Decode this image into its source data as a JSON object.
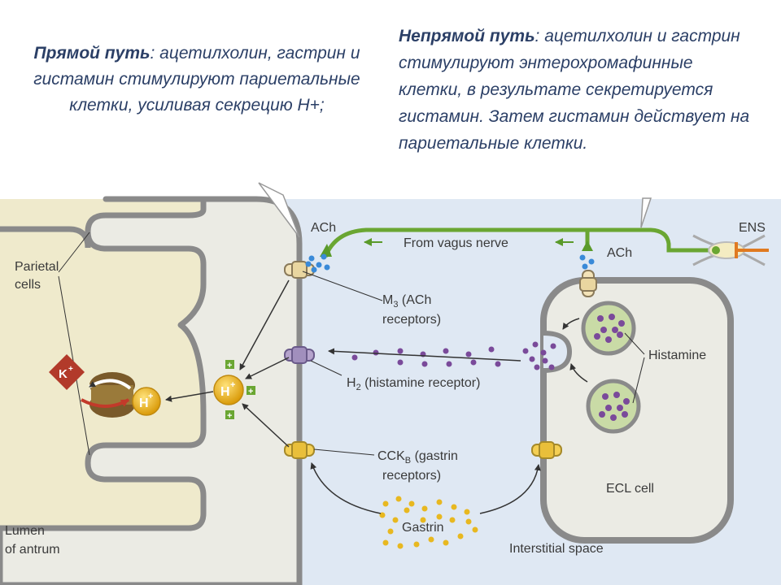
{
  "heading_direct": {
    "title": "Прямой путь",
    "body": ": ацетилхолин, гастрин и гистамин стимулируют париетальные клетки, усиливая секрецию Н+;"
  },
  "heading_indirect": {
    "title": "Непрямой путь",
    "body": ": ацетилхолин и гастрин стимулируют энтерохромафинные клетки, в результате секретируется гистамин. Затем гистамин действует на париетальные клетки."
  },
  "diagram": {
    "ach_left": "ACh",
    "ach_right": "ACh",
    "vagus": "From vagus nerve",
    "ens": "ENS",
    "parietal_1": "Parietal",
    "parietal_2": "cells",
    "m3_1": "M",
    "m3_sub": "3",
    "m3_2": " (ACh",
    "m3_3": "receptors)",
    "h2_1": "H",
    "h2_sub": "2",
    "h2_2": " (histamine receptor)",
    "cck_1": "CCK",
    "cck_sub": "B",
    "cck_2": " (gastrin",
    "cck_3": "receptors)",
    "histamine": "Histamine",
    "ecl": "ECL cell",
    "gastrin": "Gastrin",
    "interstitial": "Interstitial space",
    "lumen_1": "Lumen",
    "lumen_2": "of antrum",
    "k_ion": "K",
    "h_ion": "H",
    "plus": "+",
    "colors": {
      "lumen_bg": "#efeacc",
      "interstitial_bg": "#dfe8f3",
      "membrane": "#8a8a8a",
      "cell_fill": "#ebebe4",
      "vagus_nerve": "#6aa632",
      "histamine_dot": "#7a4a9a",
      "gastrin_dot": "#e8b820",
      "ach_dot": "#3a8ad8",
      "k_ion": "#b23a2a",
      "h_ion": "#e8b01a",
      "text": "#2b3f66"
    }
  }
}
